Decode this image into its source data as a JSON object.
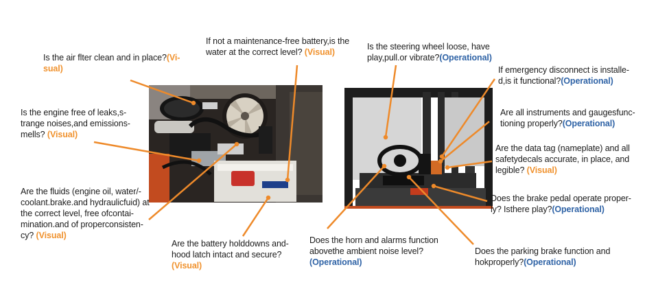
{
  "colors": {
    "visual": "#f0922e",
    "operational": "#2f63a6",
    "leader_line": "#ee8a2a"
  },
  "photos": {
    "engine_alt": "Forklift engine compartment photo",
    "cab_alt": "Forklift operator cab photo"
  },
  "callouts": {
    "air_filter": {
      "text": "Is the air flter clean and in place?",
      "tag": "(Vi-sual)"
    },
    "battery_water": {
      "text": "If not a maintenance-free battery,is the water at the correct level?",
      "tag": "(Visual)"
    },
    "steering": {
      "text": "Is the steering wheel loose, have play,pull.or vibrate?",
      "tag": "(Operational)"
    },
    "emergency": {
      "text": "If emergency disconnect is installe-d,is it functional?",
      "tag": "(Operational)"
    },
    "engine_leaks": {
      "text": "Is the engine free of leaks,s-trange noises,and emissions-mells?",
      "tag": "(Visual)"
    },
    "instruments": {
      "text": "Are all instruments and gaugesfunc-tioning properly?",
      "tag": "(Operational)"
    },
    "data_tag": {
      "text": "Are the data tag (nameplate) and all safetydecals accurate, in place, and legible?",
      "tag": "(Visual)"
    },
    "fluids": {
      "text": "Are the fluids (engine oil, water/-coolant.brake.and hydraulicfuid) at the correct level, free ofcontai-mination.and of properconsisten-cy?",
      "tag": "(Visual)"
    },
    "brake_pedal": {
      "text": "Does the brake pedal operate proper-ly? Isthere play?",
      "tag": "(Operational)"
    },
    "holddowns": {
      "text": "Are the battery holddowns and-hood latch intact and secure?",
      "tag": "(Visual)"
    },
    "horn": {
      "text": "Does the horn and alarms function abovethe ambient noise level?",
      "tag": "(Operational)"
    },
    "parking_brake": {
      "text": "Does the parking brake function and hokproperly?",
      "tag": "(Operational)"
    }
  }
}
